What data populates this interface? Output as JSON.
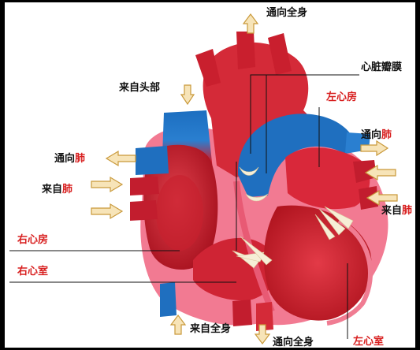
{
  "labels": {
    "top_out": "通向全身",
    "from_head": "来自头部",
    "valve": "心脏瓣膜",
    "left_atrium": "左心房",
    "to_lung_right": {
      "pre": "通向",
      "hl": "肺"
    },
    "to_lung_left": {
      "pre": "通向",
      "hl": "肺"
    },
    "from_lung_left": {
      "pre": "来自",
      "hl": "肺"
    },
    "from_lung_right": {
      "pre": "来自",
      "hl": "肺"
    },
    "right_atrium": "右心房",
    "right_ventricle": "右心室",
    "from_body": "来自全身",
    "to_body_bottom": "通向全身",
    "left_ventricle": "左心室"
  },
  "colors": {
    "oxygenated": "#d9283a",
    "deoxygenated": "#1f6fbf",
    "label_red": "#d81f1f",
    "arrow_fill": "#f7e4b8",
    "arrow_stroke": "#c9993a"
  }
}
